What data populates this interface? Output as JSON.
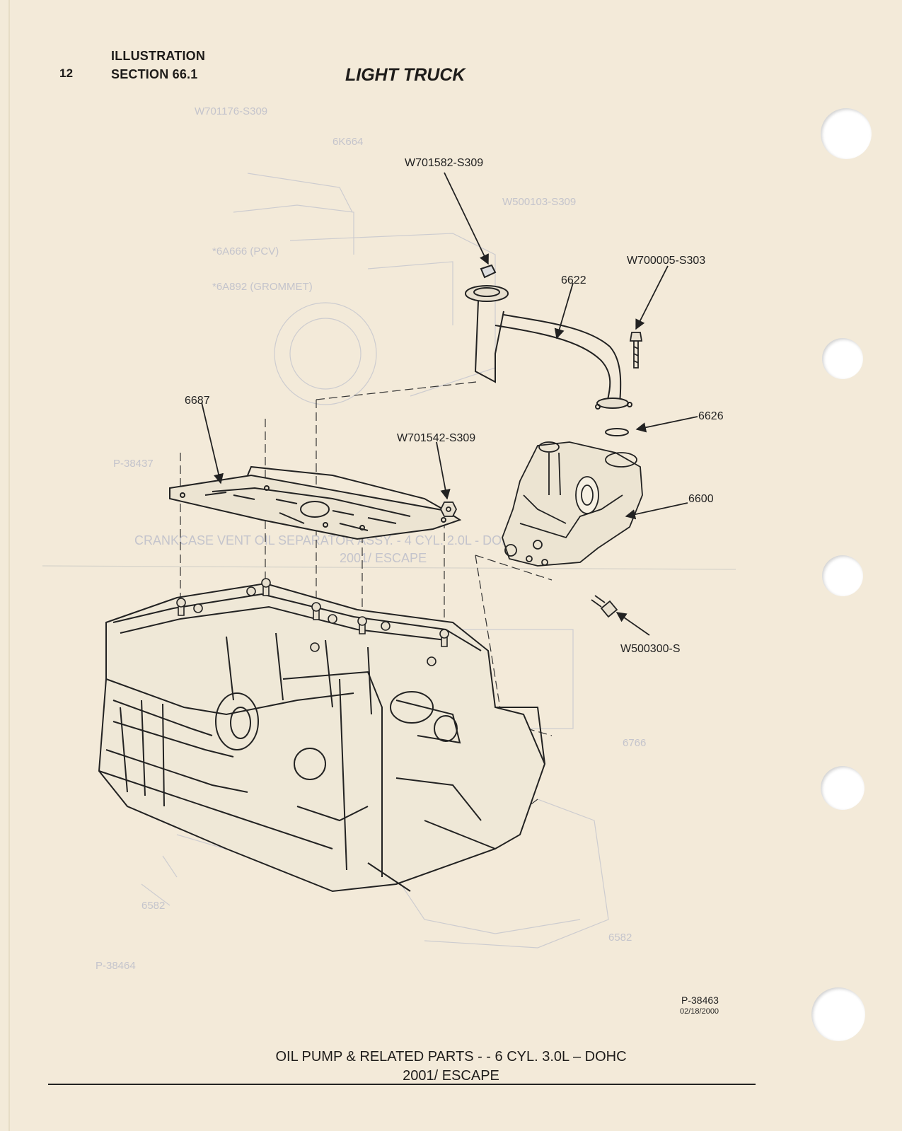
{
  "header": {
    "page_number": "12",
    "illustration_label": "ILLUSTRATION",
    "section_label": "SECTION 66.1",
    "title": "LIGHT TRUCK"
  },
  "callouts": {
    "oil_pump_screen_bolt": "W701582-S309",
    "pickup_bolt": "W700005-S303",
    "pickup_tube": "6622",
    "windage_tray": "6687",
    "tray_nut": "W701542-S309",
    "gasket": "6626",
    "oil_pump": "6600",
    "pump_bolt": "W500300-S"
  },
  "drawing_ref": {
    "number": "P-38463",
    "date": "02/18/2000"
  },
  "caption": {
    "line1": "OIL PUMP & RELATED PARTS - - 6 CYL. 3.0L – DOHC",
    "line2": "2001/ ESCAPE"
  },
  "icons": [
    "binder-hole-icon"
  ]
}
